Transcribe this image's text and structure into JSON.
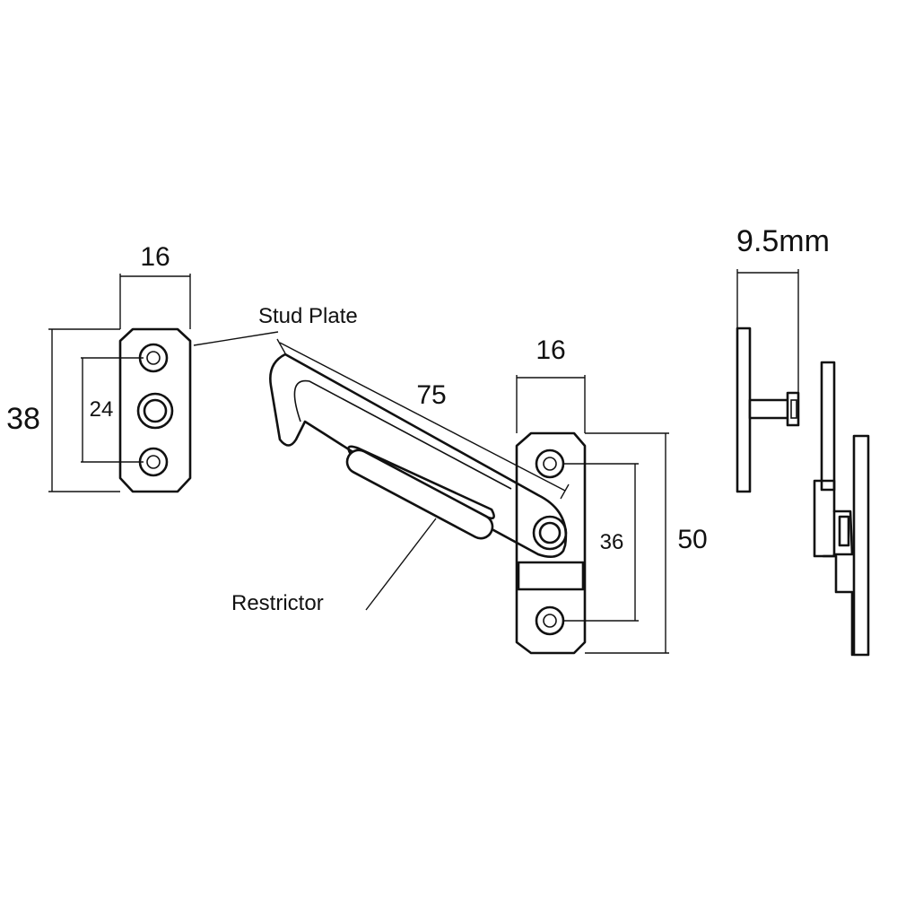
{
  "labels": {
    "stud_plate": "Stud Plate",
    "restrictor": "Restrictor"
  },
  "dimensions": {
    "stud_plate_width": "16",
    "stud_plate_height": "38",
    "stud_plate_hole_spacing": "24",
    "arm_length": "75",
    "restrictor_base_width": "16",
    "restrictor_hole_spacing": "36",
    "restrictor_base_height": "50",
    "side_projection": "9.5mm"
  }
}
